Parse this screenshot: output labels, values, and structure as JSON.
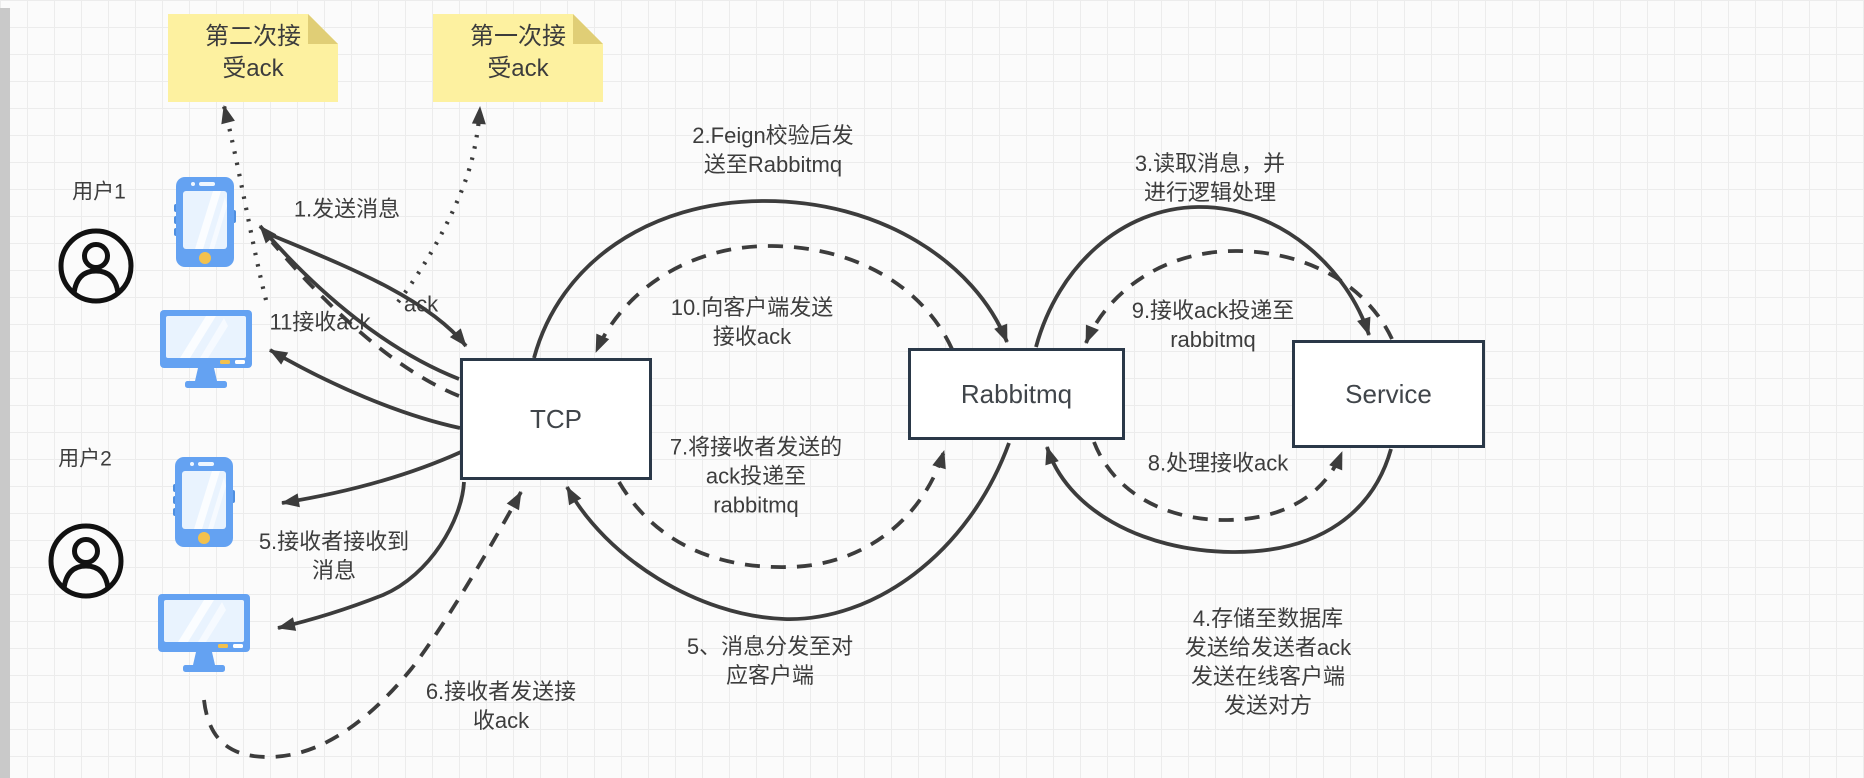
{
  "diagram": {
    "notes": [
      {
        "name": "note-second-ack",
        "lines": [
          "第二次接",
          "受ack"
        ]
      },
      {
        "name": "note-first-ack",
        "lines": [
          "第一次接",
          "受ack"
        ]
      }
    ],
    "actors": [
      {
        "label": "用户1"
      },
      {
        "label": "用户2"
      }
    ],
    "nodes": [
      {
        "label": "TCP"
      },
      {
        "label": "Rabbitmq"
      },
      {
        "label": "Service"
      }
    ],
    "edge_labels": [
      {
        "name": "send-message-1",
        "lines": [
          "1.发送消息"
        ]
      },
      {
        "name": "receive-ack-11",
        "lines": [
          "11接收ack"
        ]
      },
      {
        "name": "ack",
        "lines": [
          "ack"
        ]
      },
      {
        "name": "feign-send-2",
        "lines": [
          "2.Feign校验后发",
          "送至Rabbitmq"
        ]
      },
      {
        "name": "send-client-ack-10",
        "lines": [
          "10.向客户端发送",
          "接收ack"
        ]
      },
      {
        "name": "deliver-ack-7",
        "lines": [
          "7.将接收者发送的",
          "ack投递至",
          "rabbitmq"
        ]
      },
      {
        "name": "read-message-3",
        "lines": [
          "3.读取消息，并",
          "进行逻辑处理"
        ]
      },
      {
        "name": "ack-to-rabbitmq-9",
        "lines": [
          "9.接收ack投递至",
          "rabbitmq"
        ]
      },
      {
        "name": "handle-ack-8",
        "lines": [
          "8.处理接收ack"
        ]
      },
      {
        "name": "receiver-got-message-5",
        "lines": [
          "5.接收者接收到",
          "消息"
        ]
      },
      {
        "name": "dispatch-clients-5",
        "lines": [
          "5、消息分发至对",
          "应客户端"
        ]
      },
      {
        "name": "receiver-send-ack-6",
        "lines": [
          "6.接收者发送接",
          "收ack"
        ]
      },
      {
        "name": "store-database-4",
        "lines": [
          "4.存储至数据库",
          "发送给发送者ack",
          "发送在线客户端",
          "发送对方"
        ]
      }
    ],
    "icons": [
      "user-icon",
      "smartphone-icon",
      "monitor-icon",
      "sticky-note"
    ],
    "colors": {
      "arrow_stroke": "#3c3c3c",
      "node_border": "#2a3848",
      "note_fill": "#fdf1a0",
      "note_fold": "#e0ce76",
      "device_blue": "#64a2f2",
      "device_screen": "#e9f3fe",
      "device_accent": "#f3c14d",
      "canvas_bg": "#fbfbfb",
      "grid_line": "#ececec",
      "scrollbar": "#c9c9c9"
    }
  }
}
